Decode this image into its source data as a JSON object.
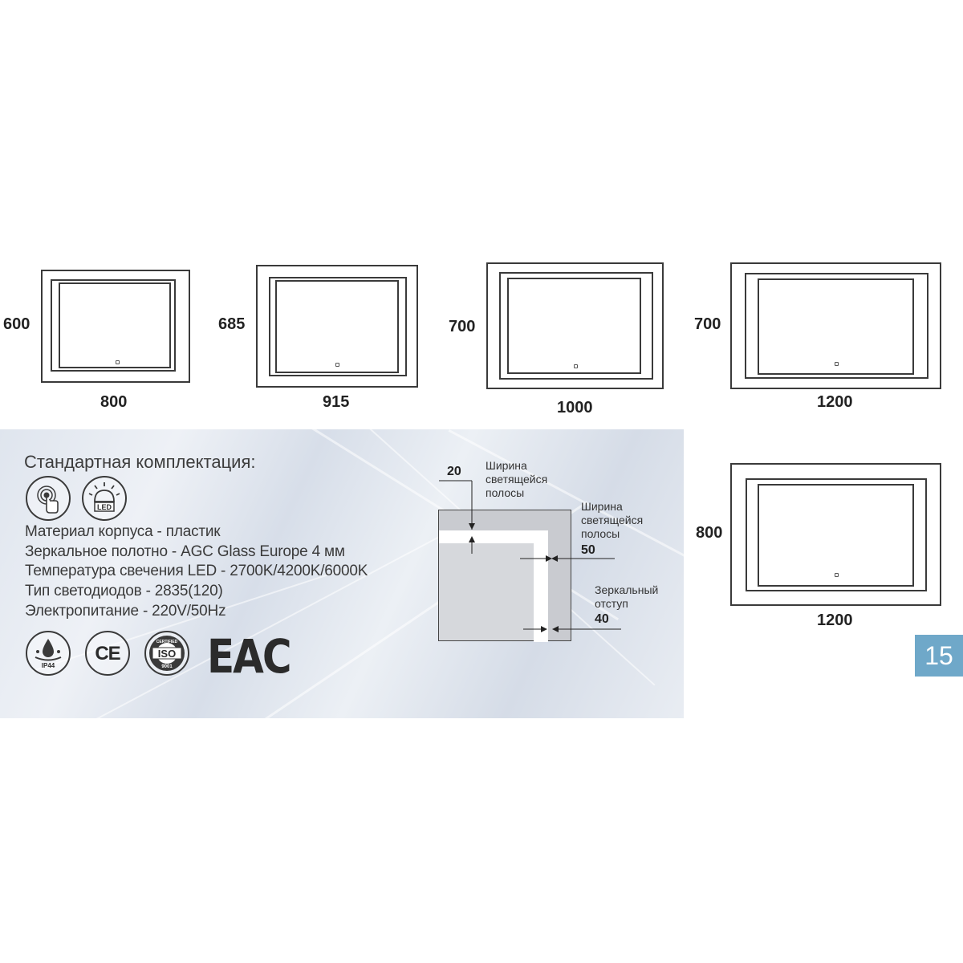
{
  "mirrors": [
    {
      "width_label": "800",
      "height_label": "600"
    },
    {
      "width_label": "915",
      "height_label": "685"
    },
    {
      "width_label": "1000",
      "height_label": "700"
    },
    {
      "width_label": "1200",
      "height_label": "700"
    },
    {
      "width_label": "1200",
      "height_label": "800"
    }
  ],
  "panel": {
    "title": "Стандартная комплектация:",
    "specs": [
      "Материал корпуса - пластик",
      "Зеркальное полотно - AGC Glass Europe  4 мм",
      "Температура свечения LED - 2700K/4200K/6000K",
      "Тип светодиодов - 2835(120)",
      "Электропитание - 220V/50Hz"
    ],
    "icons": {
      "touch": "touch-sensor-icon",
      "led": "LED",
      "ip": "IP44",
      "ce": "CE",
      "iso_top": "CERTIFIED",
      "iso_mid": "ISO",
      "iso_bottom": "9001",
      "eac": "EAC"
    }
  },
  "detail": {
    "strip_top_label": [
      "Ширина",
      "светящейся",
      "полосы"
    ],
    "strip_top_value": "20",
    "strip_side_label": [
      "Ширина",
      "светящейся",
      "полосы"
    ],
    "strip_side_value": "50",
    "offset_label": [
      "Зеркальный",
      "отступ"
    ],
    "offset_value": "40"
  },
  "page_number": "15"
}
